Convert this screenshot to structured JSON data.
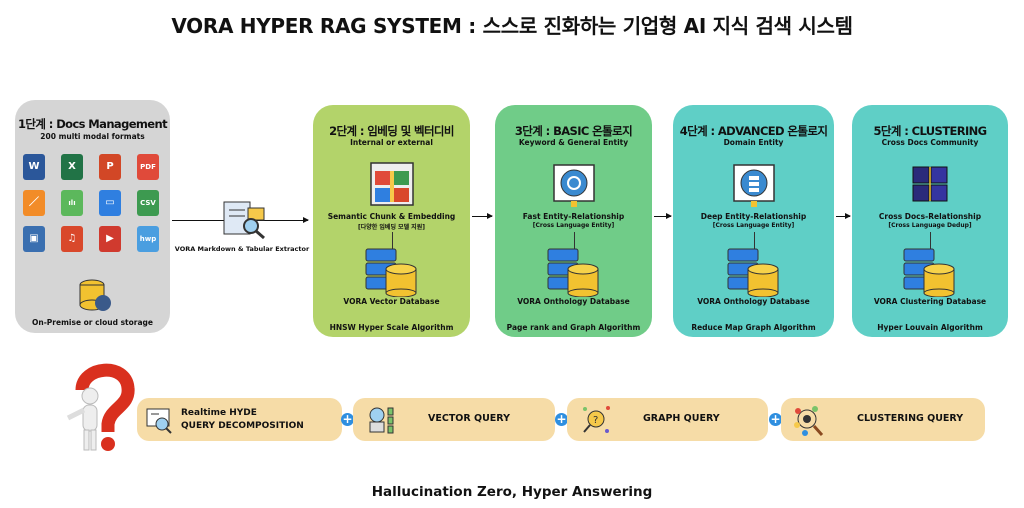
{
  "title": "VORA HYPER RAG SYSTEM : 스스로 진화하는 기업형 AI 지식 검색 시스템",
  "stage1": {
    "title": "1단계 : Docs Management",
    "subtitle": "200 multi modal formats",
    "storage": "On-Premise or cloud storage",
    "formats": [
      {
        "label": "W",
        "color": "#2b579a"
      },
      {
        "label": "X",
        "color": "#217346"
      },
      {
        "label": "P",
        "color": "#d24726"
      },
      {
        "label": "PDF",
        "color": "#e04a3a"
      },
      {
        "label": "／",
        "color": "#f28c28"
      },
      {
        "label": "ılı",
        "color": "#5cb85c"
      },
      {
        "label": "▭",
        "color": "#2f7fe0"
      },
      {
        "label": "CSV",
        "color": "#3d9a50"
      },
      {
        "label": "▣",
        "color": "#3a6fb0"
      },
      {
        "label": "♫",
        "color": "#d9482b"
      },
      {
        "label": "▶",
        "color": "#d03a2e"
      },
      {
        "label": "hwp",
        "color": "#4a9ee0"
      }
    ]
  },
  "extractor": "VORA Markdown & Tabular  Extractor",
  "stages": [
    {
      "title": "2단계 : 임베딩 및 벡터디비",
      "subtitle": "Internal or external",
      "desc": "Semantic Chunk & Embedding",
      "desc2": "[다양한 임베딩 모델 지원]",
      "db": "VORA Vector Database",
      "algo": "HNSW Hyper Scale Algorithm",
      "color": "#b3d36a"
    },
    {
      "title": "3단계 :  BASIC 온톨로지",
      "subtitle": "Keyword & General Entity",
      "desc": "Fast Entity-Relationship",
      "desc2": "[Cross Language Entity]",
      "db": "VORA Onthology Database",
      "algo": "Page rank and Graph Algorithm",
      "color": "#70cc88"
    },
    {
      "title": "4단계 :  ADVANCED 온톨로지",
      "subtitle": "Domain Entity",
      "desc": "Deep Entity-Relationship",
      "desc2": "[Cross Language Entity]",
      "db": "VORA Onthology Database",
      "algo": "Reduce Map Graph Algorithm",
      "color": "#5fcfc6"
    },
    {
      "title": "5단계 :  CLUSTERING",
      "subtitle": "Cross Docs Community",
      "desc": "Cross Docs-Relationship",
      "desc2": "[Cross Language Dedup]",
      "db": "VORA Clustering Database",
      "algo": "Hyper Louvain Algorithm",
      "color": "#5fcfc6"
    }
  ],
  "queries": [
    {
      "line1": "Realtime HYDE",
      "line2": "QUERY DECOMPOSITION"
    },
    {
      "line1": "VECTOR QUERY"
    },
    {
      "line1": "GRAPH QUERY"
    },
    {
      "line1": "CLUSTERING QUERY"
    }
  ],
  "plus": "+",
  "footer": "Hallucination Zero, Hyper Answering"
}
